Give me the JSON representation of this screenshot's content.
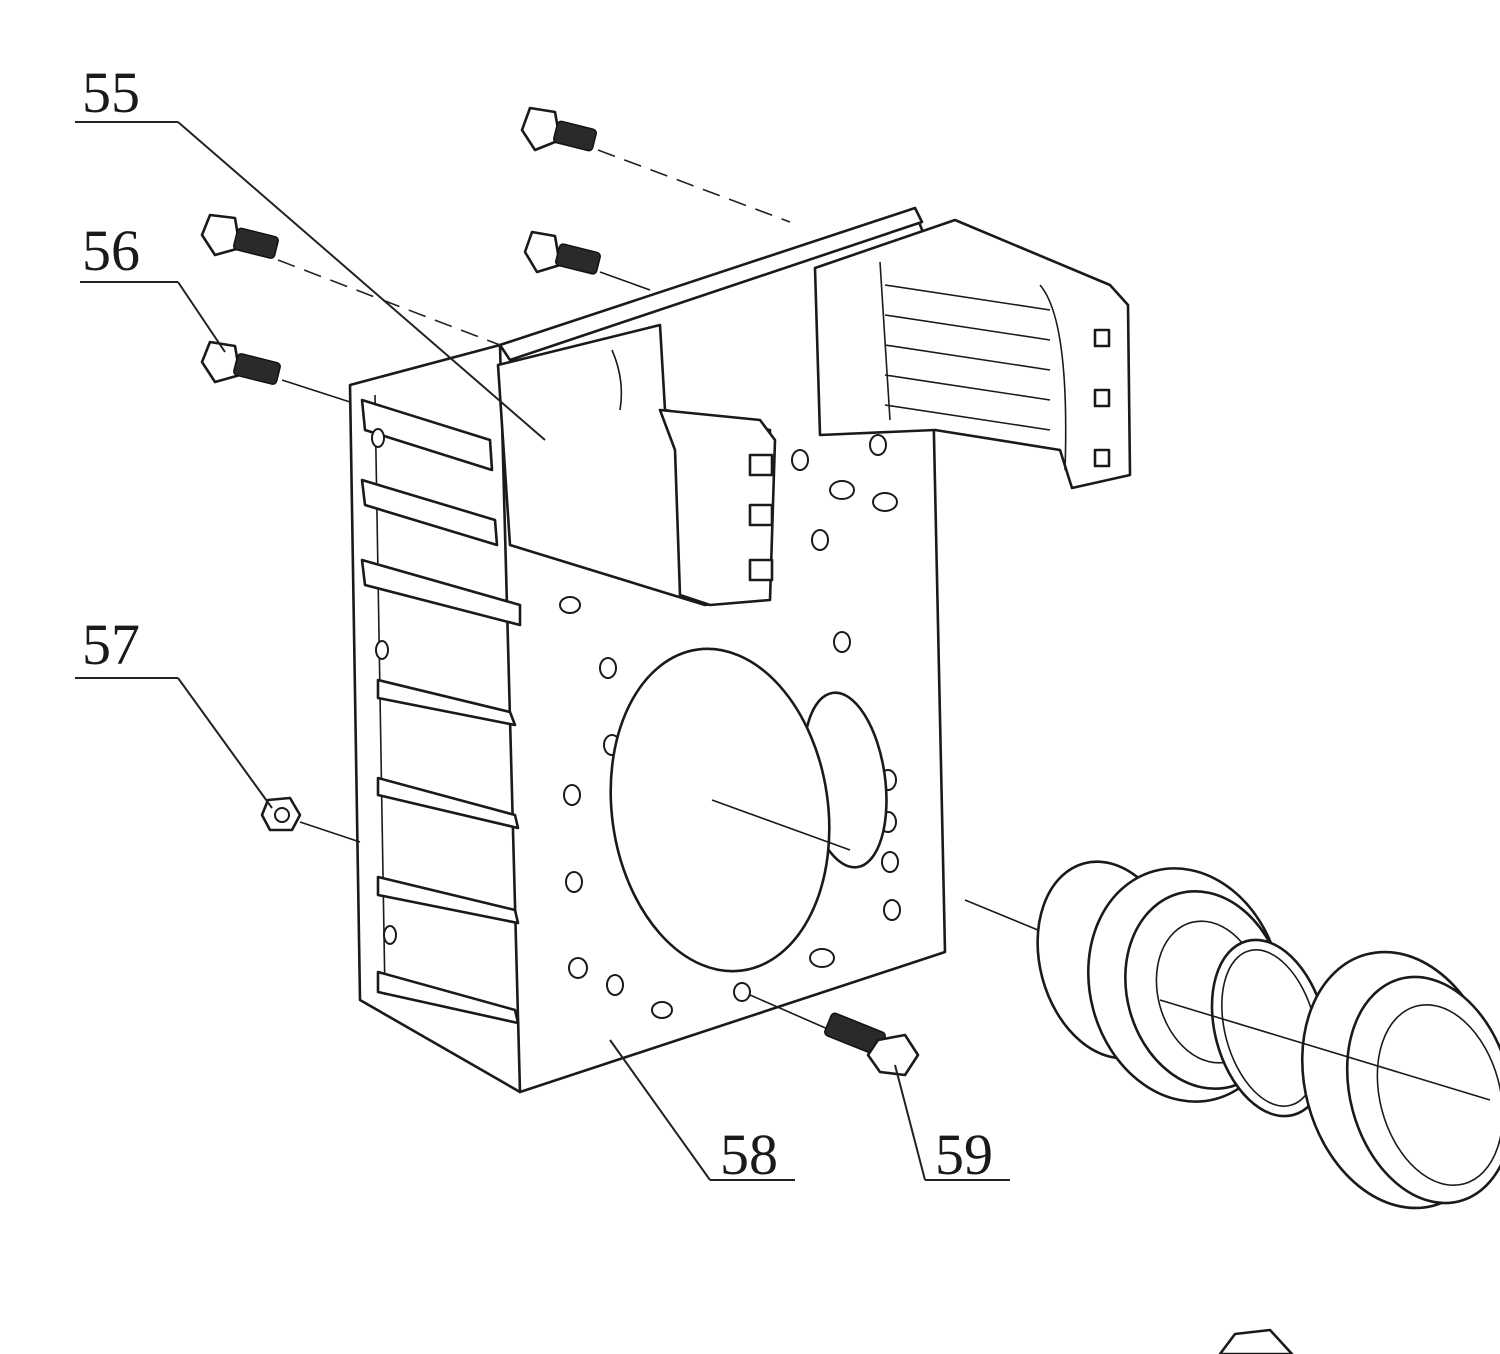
{
  "callouts": [
    {
      "id": "55",
      "label": "55"
    },
    {
      "id": "56",
      "label": "56"
    },
    {
      "id": "57",
      "label": "57"
    },
    {
      "id": "58",
      "label": "58"
    },
    {
      "id": "59",
      "label": "59"
    }
  ],
  "colors": {
    "line": "#1a1a1a",
    "background": "#ffffff"
  }
}
